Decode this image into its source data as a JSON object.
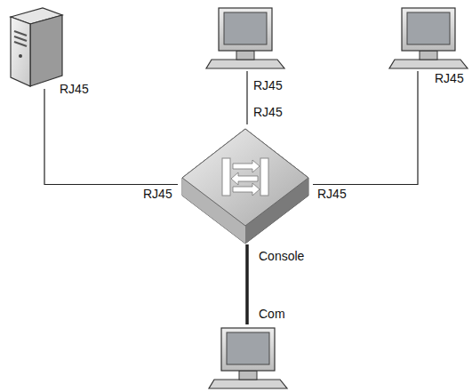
{
  "diagram": {
    "nodes": [
      {
        "text": [
          "RJ45"
        ]
      },
      {
        "text": [
          "RJ45"
        ]
      },
      {
        "text": [
          "RJ45"
        ]
      },
      {
        "text": [
          "RJ45",
          "RJ45",
          "RJ45",
          "Console"
        ]
      },
      {
        "text": [
          "Com"
        ]
      }
    ],
    "edges": [
      {
        "from": 0,
        "to": 3,
        "arrow": "none"
      },
      {
        "from": 1,
        "to": 3,
        "arrow": "none"
      },
      {
        "from": 2,
        "to": 3,
        "arrow": "none"
      },
      {
        "from": 3,
        "to": 4,
        "arrow": "none"
      }
    ]
  }
}
